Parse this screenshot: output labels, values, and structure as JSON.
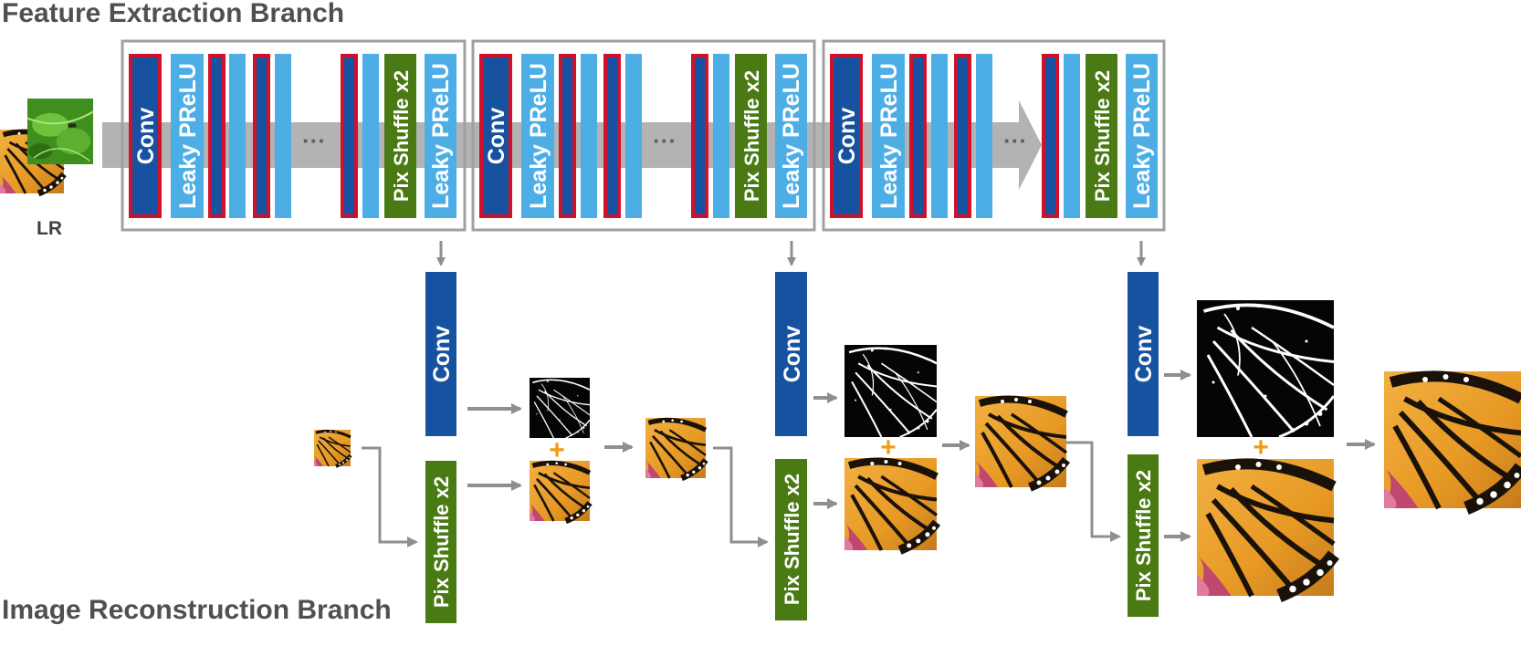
{
  "titles": {
    "top": "Feature Extraction Branch",
    "bottom": "Image Reconstruction Branch",
    "input": "LR"
  },
  "labels": {
    "conv": "Conv",
    "leaky_prelu": "Leaky PReLU",
    "pix_shuffle": "Pix Shuffle x2",
    "ellipsis": "···",
    "plus": "+"
  },
  "colors": {
    "conv_fill": "#1652a0",
    "conv_border": "#d0112b",
    "prelu": "#4daee6",
    "pixshuffle": "#4a7a14",
    "stage_border": "#a0a0a0",
    "arrow": "#8f8f8f",
    "plus": "#f39c12",
    "heading": "#505050"
  },
  "images": {
    "lr_input": "butterfly-thumbnail + leaf-thumbnail",
    "edge_maps": "butterfly-edge-map",
    "upsampled": "butterfly-upsampled",
    "outputs": "butterfly-output"
  }
}
